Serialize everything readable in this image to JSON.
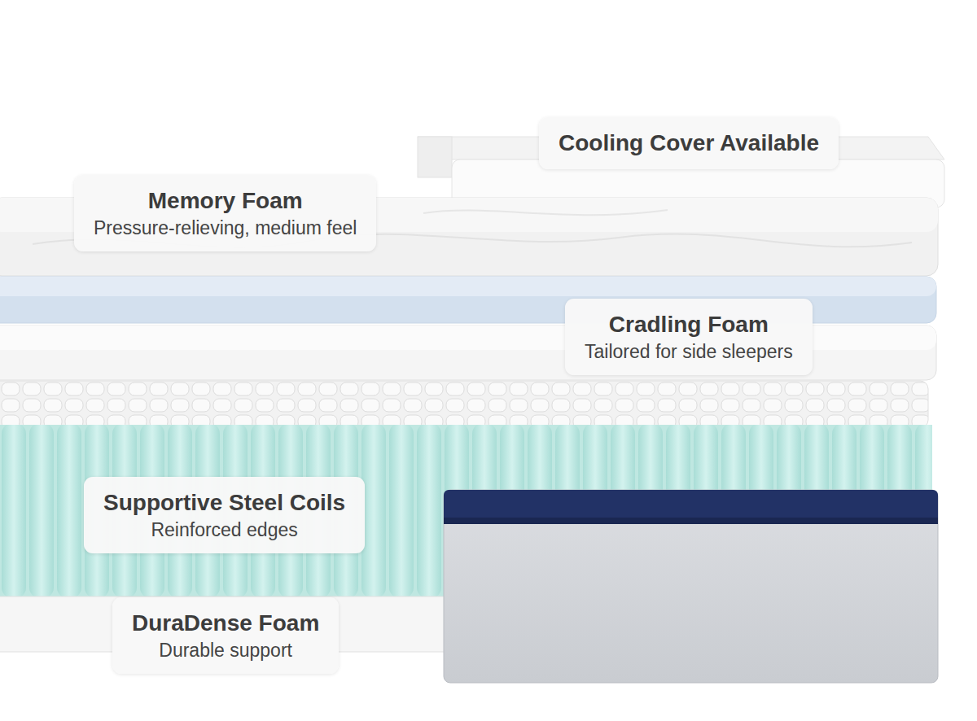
{
  "diagram": {
    "nodes": [
      {
        "text": [
          "Cooling Cover Available"
        ]
      },
      {
        "text": [
          "Memory Foam",
          "Pressure-relieving, medium feel"
        ]
      },
      {
        "text": [
          "Cradling Foam",
          "Tailored for side sleepers"
        ]
      },
      {
        "text": [
          "Supportive Steel Coils",
          "Reinforced edges"
        ]
      },
      {
        "text": [
          "DuraDense Foam",
          "Durable support"
        ]
      }
    ]
  }
}
